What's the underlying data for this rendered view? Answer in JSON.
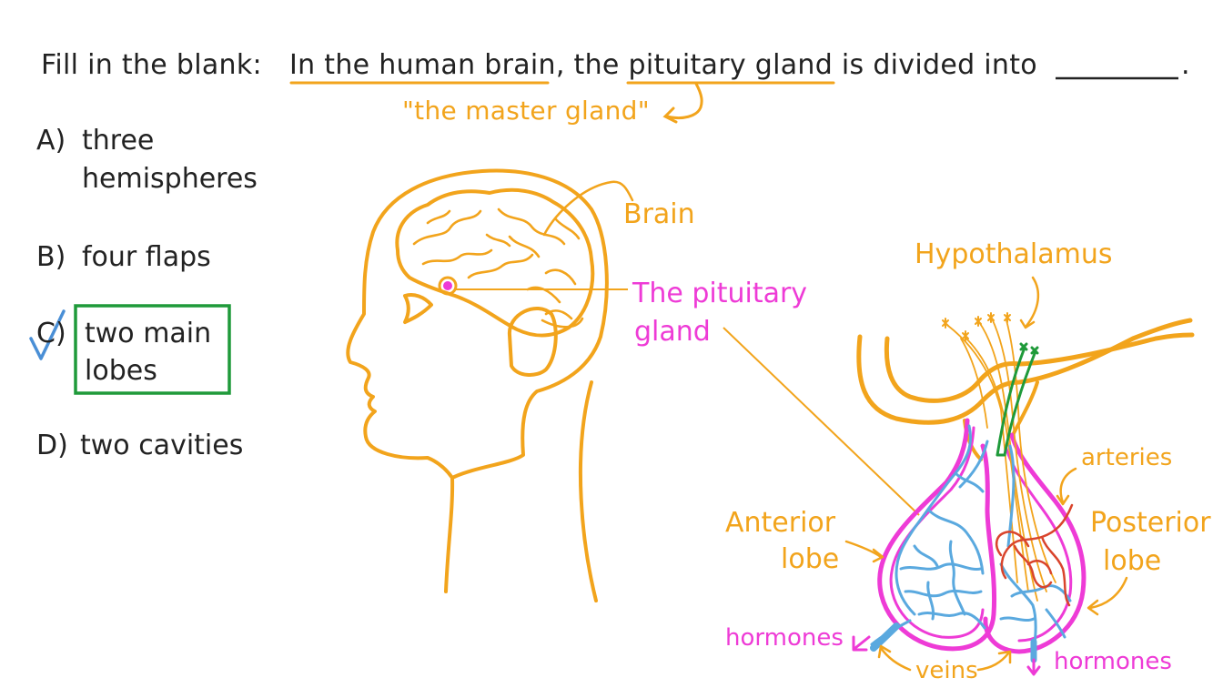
{
  "question": {
    "prefix": "Fill in the blank:",
    "statement": "In the human brain, the pituitary gland is divided into",
    "period": ".",
    "annotation": "\"the master gland\""
  },
  "options": [
    {
      "letter": "A)",
      "line1": "three",
      "line2": "hemispheres"
    },
    {
      "letter": "B)",
      "line1": "four flaps",
      "line2": ""
    },
    {
      "letter": "C)",
      "line1": "two main",
      "line2": "lobes"
    },
    {
      "letter": "D)",
      "line1": "two cavities",
      "line2": ""
    }
  ],
  "diagram": {
    "brain": "Brain",
    "pituitary_line1": "The pituitary",
    "pituitary_line2": "gland",
    "hypothalamus": "Hypothalamus",
    "arteries": "arteries",
    "anterior_line1": "Anterior",
    "anterior_line2": "lobe",
    "posterior_line1": "Posterior",
    "posterior_line2": "lobe",
    "hormones_left": "hormones",
    "hormones_right": "hormones",
    "veins": "veins"
  },
  "colors": {
    "orange": "#f2a41c",
    "pink": "#ee3bd6",
    "blue": "#5aa9df",
    "red": "#d9442c",
    "green": "#1f9a3a",
    "check": "#4a8fd6",
    "dark": "#222222"
  }
}
